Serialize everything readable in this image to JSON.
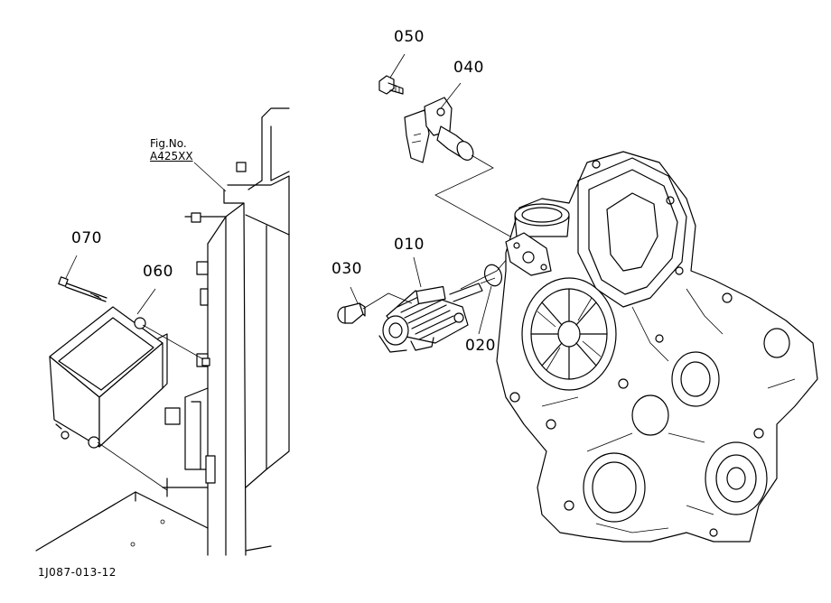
{
  "fig_ref": {
    "line1": "Fig.No.",
    "line2": "A425XX"
  },
  "callouts": {
    "p010": "010",
    "p020": "020",
    "p030": "030",
    "p040": "040",
    "p050": "050",
    "p060": "060",
    "p070": "070"
  },
  "drawing_number": "1J087-013-12"
}
